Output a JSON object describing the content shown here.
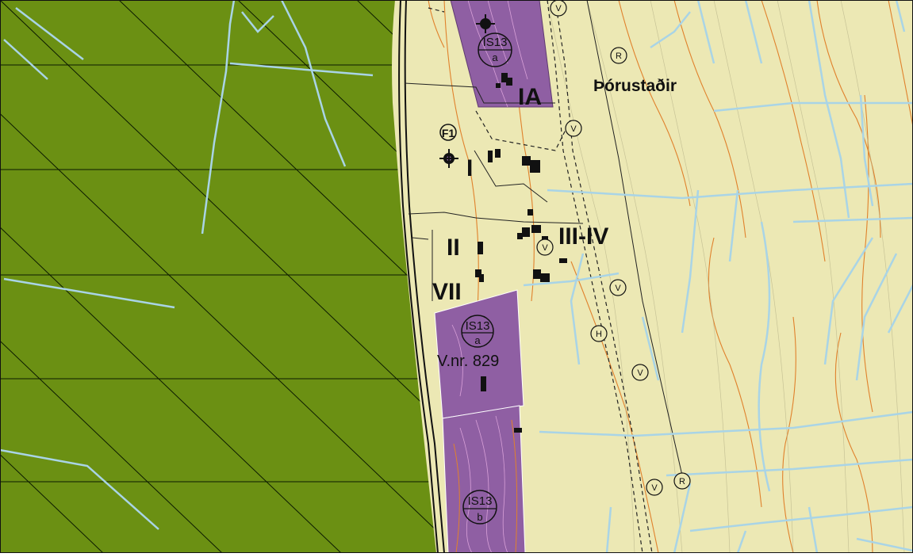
{
  "map": {
    "farm_name": "Þórustaðir",
    "road_label": "V.nr. 829",
    "building_labels": {
      "ia": "IA",
      "i": "I",
      "ii": "II",
      "iii_iv": "III-IV",
      "vii": "VII"
    },
    "zones": {
      "upper": {
        "code": "IS13",
        "sub": "a"
      },
      "middle": {
        "code": "IS13",
        "sub": "a"
      },
      "lower": {
        "code": "IS13",
        "sub": "b"
      }
    },
    "marker_f1": "F1",
    "symbols": {
      "v": "V",
      "r": "R",
      "h": "H"
    },
    "colors": {
      "farmland": "#6b9013",
      "background": "#ece8b4",
      "zone": "#8f5fa3",
      "stream": "#a9d4e6",
      "contour": "#e0812c"
    }
  }
}
